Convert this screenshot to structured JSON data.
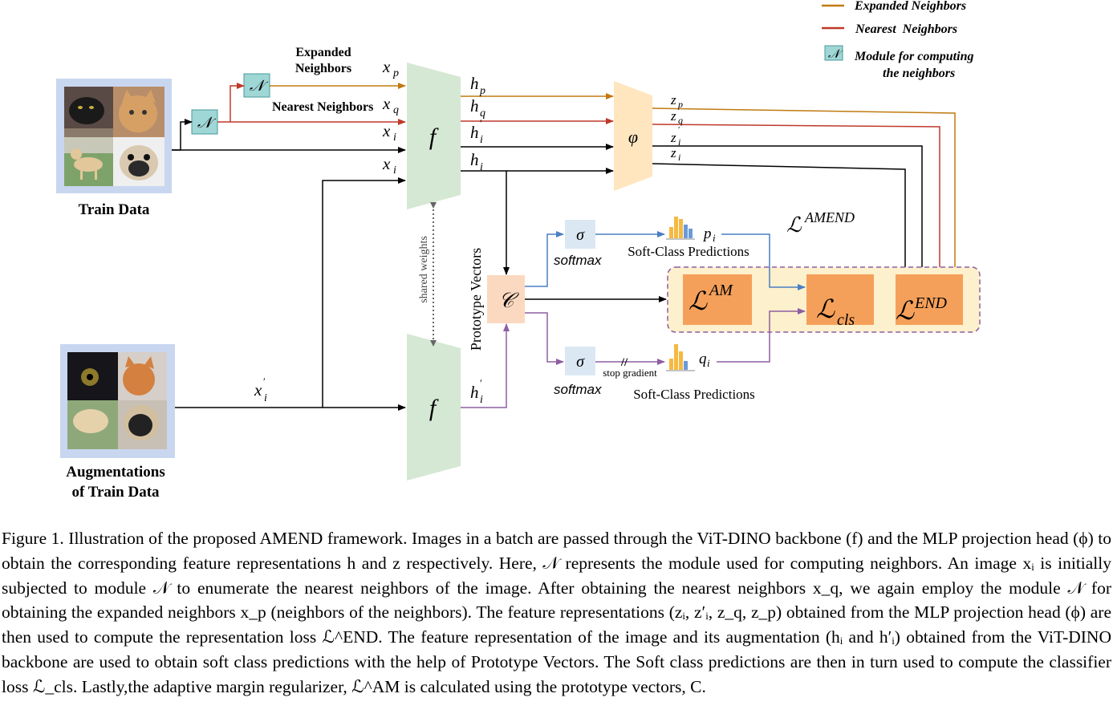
{
  "legend": {
    "expanded": "Expanded Neighbors",
    "nearest": "Nearest  Neighbors",
    "module_line1": "Module for computing",
    "module_line2": "the neighbors"
  },
  "symbols": {
    "N": "𝒩",
    "f": "f",
    "phi": "φ",
    "C": "𝒞",
    "sigma": "σ"
  },
  "labels": {
    "train_data": "Train Data",
    "aug_line1": "Augmentations",
    "aug_line2": "of Train Data",
    "expanded_neighbors_1": "Expanded",
    "expanded_neighbors_2": "Neighbors",
    "nearest_neighbors": "Nearest Neighbors",
    "x_p": "x",
    "x_p_sub": "p",
    "x_q": "x",
    "x_q_sub": "q",
    "x_i": "x",
    "x_i_sub": "i",
    "x_i_prime": "x",
    "h_p": "h",
    "h_p_sub": "p",
    "h_q": "h",
    "h_q_sub": "q",
    "h_i": "h",
    "h_i_sub": "i",
    "prime": "′",
    "z_p": "z",
    "z_p_sub": "p",
    "z_q": "z",
    "z_q_sub": "q",
    "z_i": "z",
    "z_i_sub": "i",
    "shared_weights": "shared weights",
    "prototype_vectors": "Prototype Vectors",
    "softmax": "softmax",
    "soft_class_predictions": "Soft-Class Predictions",
    "p_i": "p",
    "p_i_sub": "i",
    "q_i": "q",
    "q_i_sub": "i",
    "stop_gradient": "stop gradient",
    "slash": "//",
    "L": "ℒ",
    "amend_sup": "AMEND",
    "am_sup": "AM",
    "cls_sub": "cls",
    "end_sup": "END"
  },
  "caption": "Figure 1.  Illustration of the proposed AMEND framework.  Images in a batch are passed through the ViT-DINO backbone (f) and the MLP projection head (ϕ) to obtain the corresponding feature representations h and z respectively. Here, 𝒩 represents the module used for computing neighbors.  An image xᵢ is initially subjected to module 𝒩 to enumerate the nearest neighbors of the image.  After obtaining the nearest neighbors x_q, we again employ the module 𝒩 for obtaining the expanded neighbors x_p (neighbors of the neighbors).  The feature representations (zᵢ, z′ᵢ, z_q, z_p) obtained from the MLP projection head (ϕ) are then used to compute the representation loss ℒ^END. The feature representation of the image and its augmentation (hᵢ and h′ᵢ) obtained from the ViT-DINO backbone are used to obtain soft class predictions with the help of Prototype Vectors. The Soft class predictions are then in turn used to compute the classifier loss ℒ_cls. Lastly,the adaptive margin regularizer, ℒ^AM is calculated using the prototype vectors, C.",
  "colors": {
    "expanded": "#c07a10",
    "nearest": "#c0392b",
    "purple": "#8e5ea2",
    "blue": "#4a7fc1",
    "module_fill": "#9fd6d6",
    "f_fill": "#d5e8d4",
    "phi_fill": "#ffe6bf",
    "c_fill": "#fbd9c0",
    "sigma_fill": "#dbe8f3",
    "loss_fill": "#f5a05a",
    "loss_panel": "#fdf0cc",
    "image_frame": "#c9d6f0"
  }
}
